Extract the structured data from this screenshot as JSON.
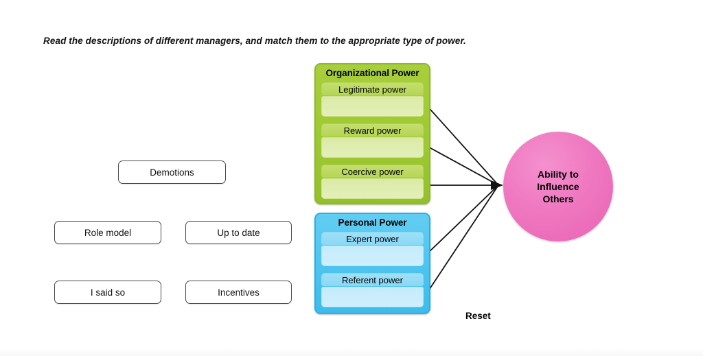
{
  "instruction": "Read the descriptions of different managers, and match them to the appropriate type of power.",
  "panels": [
    {
      "id": "organizational-power",
      "title": "Organizational Power",
      "color": "#9ec932",
      "slots": [
        {
          "label": "Legitimate power",
          "value": ""
        },
        {
          "label": "Reward power",
          "value": ""
        },
        {
          "label": "Coercive power",
          "value": ""
        }
      ]
    },
    {
      "id": "personal-power",
      "title": "Personal Power",
      "color": "#4dc4ef",
      "slots": [
        {
          "label": "Expert power",
          "value": ""
        },
        {
          "label": "Referent power",
          "value": ""
        }
      ]
    }
  ],
  "target": {
    "label": "Ability to\nInfluence\nOthers",
    "color": "#ef78c0"
  },
  "chips": [
    {
      "label": "Demotions"
    },
    {
      "label": "Role model"
    },
    {
      "label": "Up to date"
    },
    {
      "label": "I said so"
    },
    {
      "label": "Incentives"
    }
  ],
  "reset": {
    "label": "Reset"
  }
}
